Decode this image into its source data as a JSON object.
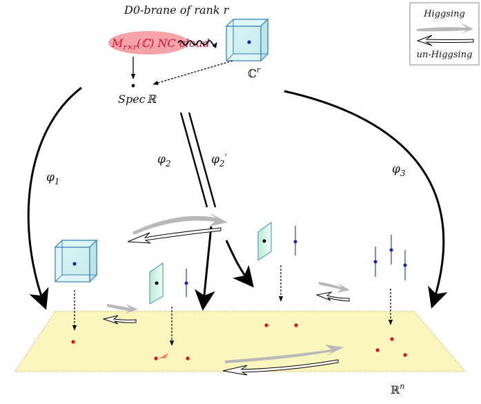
{
  "title": "D0-brane of rank r",
  "matrix_label": {
    "prefix": "M",
    "subscript": "r×r",
    "field": "(ℂ)",
    "suffix": "NC cloud"
  },
  "cr_label": {
    "base": "ℂ",
    "exp": "r"
  },
  "spec_label": {
    "prefix": "Spec",
    "field": "ℝ"
  },
  "rn_label": {
    "base": "ℝ",
    "exp": "n"
  },
  "maps": {
    "phi1": {
      "sym": "φ",
      "sub": "1"
    },
    "phi2": {
      "sym": "φ",
      "sub": "2"
    },
    "phi2p": {
      "sym": "φ",
      "sub": "2",
      "prime": "′"
    },
    "phi3": {
      "sym": "φ",
      "sub": "3"
    }
  },
  "legend": {
    "higgsing": "Higgsing",
    "unhiggsing": "un-Higgsing"
  },
  "colors": {
    "cloud": "#f4a3a8",
    "matrix_text": "#d0103a",
    "cube_fill": "#d4f1ef",
    "cube_stroke": "#3b86c4",
    "plane": "#fbf6bd",
    "plane_edge": "#e1c97e",
    "sheet_fill": "#d9f5e4",
    "sheet_stroke": "#5a9cc8",
    "brane_point": "#1420b8",
    "red_point": "#e0101a",
    "higgs_arrow": "#b8b8b8"
  }
}
